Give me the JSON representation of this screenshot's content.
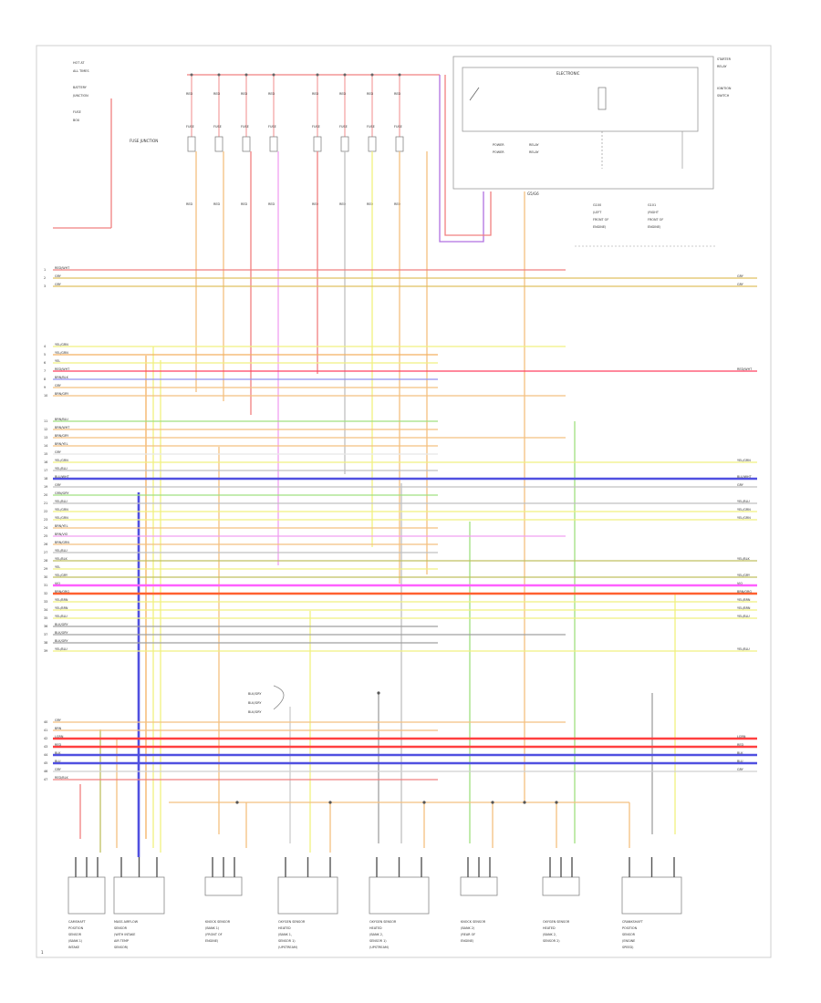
{
  "page_number": "1",
  "fuse_junction_label": "FUSE JUNCTION",
  "ecm_header": "ELECTRONIC",
  "ground_label": "G5/G6",
  "top_left_notes": [
    "HOT AT",
    "ALL TIMES",
    "",
    "BATTERY",
    "JUNCTION",
    "",
    "FUSE",
    "BOX"
  ],
  "top_right_notes": [
    "STARTER",
    "RELAY",
    "",
    "",
    "IGNITION",
    "SWITCH",
    "",
    ""
  ],
  "fuses": [
    {
      "top": "RED",
      "mid": "FUSE",
      "bot": "RED",
      "color": "#f4a6a6"
    },
    {
      "top": "RED",
      "mid": "FUSE",
      "bot": "RED",
      "color": "#f4a6a6"
    },
    {
      "top": "RED",
      "mid": "FUSE",
      "bot": "RED",
      "color": "#f4a6a6"
    },
    {
      "top": "RED",
      "mid": "FUSE",
      "bot": "RED",
      "color": "#f4a6a6"
    },
    {
      "top": "RED",
      "mid": "FUSE",
      "bot": "RED",
      "color": "#f4a6a6"
    },
    {
      "top": "RED",
      "mid": "FUSE",
      "bot": "RED",
      "color": "#f4a6a6"
    },
    {
      "top": "RED",
      "mid": "FUSE",
      "bot": "RED",
      "color": "#f4a6a6"
    },
    {
      "top": "RED",
      "mid": "FUSE",
      "bot": "RED",
      "color": "#f4a6a6"
    }
  ],
  "wires": [
    {
      "label": "RED/WHT",
      "color": "#f08080",
      "rlabel": ""
    },
    {
      "label": "GRY",
      "color": "#e0c060",
      "rlabel": "GRY"
    },
    {
      "label": "GRY",
      "color": "#e0c060",
      "rlabel": "GRY"
    },
    {
      "label": "YEL/GRN",
      "color": "#f0f080",
      "rlabel": ""
    },
    {
      "label": "YEL/GRN",
      "color": "#f4b060",
      "rlabel": ""
    },
    {
      "label": "YEL",
      "color": "#f0f080",
      "rlabel": ""
    },
    {
      "label": "RED/WHT",
      "color": "#ff4060",
      "rlabel": "RED/WHT"
    },
    {
      "label": "BRN/BLK",
      "color": "#9090f0",
      "rlabel": ""
    },
    {
      "label": "GRY",
      "color": "#f4c080",
      "rlabel": ""
    },
    {
      "label": "BRN/GRY",
      "color": "#f4c080",
      "rlabel": ""
    },
    {
      "label": "BRN/BLU",
      "color": "#a0e080",
      "rlabel": ""
    },
    {
      "label": "BRN/WHT",
      "color": "#f4c080",
      "rlabel": ""
    },
    {
      "label": "BRN/GRY",
      "color": "#f4c080",
      "rlabel": ""
    },
    {
      "label": "BRN/YEL",
      "color": "#f4c080",
      "rlabel": ""
    },
    {
      "label": "GRY",
      "color": "#ffffff",
      "rlabel": ""
    },
    {
      "label": "YEL/GRN",
      "color": "#f0f080",
      "rlabel": "YEL/GRN"
    },
    {
      "label": "YEL/BLU",
      "color": "#c0c0c0",
      "rlabel": ""
    },
    {
      "label": "BLU/WHT",
      "color": "#5050e0",
      "rlabel": "BLU/WHT"
    },
    {
      "label": "GRY",
      "color": "#c0c0c0",
      "rlabel": "GRY"
    },
    {
      "label": "GRN/GRY",
      "color": "#a0e080",
      "rlabel": ""
    },
    {
      "label": "YEL/BLU",
      "color": "#c0c0c0",
      "rlabel": "YEL/BLU"
    },
    {
      "label": "YEL/GRN",
      "color": "#f0f080",
      "rlabel": "YEL/GRN"
    },
    {
      "label": "YEL/GRN",
      "color": "#f0f080",
      "rlabel": "YEL/GRN"
    },
    {
      "label": "BRN/YEL",
      "color": "#f4c080",
      "rlabel": ""
    },
    {
      "label": "BRN/VIO",
      "color": "#f0a0f0",
      "rlabel": ""
    },
    {
      "label": "BRN/GRN",
      "color": "#f4c080",
      "rlabel": ""
    },
    {
      "label": "YEL/BLU",
      "color": "#c0c0c0",
      "rlabel": ""
    },
    {
      "label": "YEL/BLK",
      "color": "#c0c060",
      "rlabel": "YEL/BLK"
    },
    {
      "label": "YEL",
      "color": "#f0f080",
      "rlabel": ""
    },
    {
      "label": "YEL/GRY",
      "color": "#c0c060",
      "rlabel": "YEL/GRY"
    },
    {
      "label": "VIO",
      "color": "#ff60ff",
      "rlabel": "VIO"
    },
    {
      "label": "BRN/ORG",
      "color": "#ff6030",
      "rlabel": "BRN/ORG"
    },
    {
      "label": "YEL/BRN",
      "color": "#f0f080",
      "rlabel": "YEL/BRN"
    },
    {
      "label": "YEL/BRN",
      "color": "#f0f080",
      "rlabel": "YEL/BRN"
    },
    {
      "label": "YEL/BLU",
      "color": "#f0f080",
      "rlabel": "YEL/BLU"
    },
    {
      "label": "BLK/GRY",
      "color": "#a0a0a0",
      "rlabel": ""
    },
    {
      "label": "BLK/GRY",
      "color": "#a0a0a0",
      "rlabel": ""
    },
    {
      "label": "BLK/GRY",
      "color": "#a0a0a0",
      "rlabel": ""
    },
    {
      "label": "YEL/BLU",
      "color": "#f0f080",
      "rlabel": "YEL/BLU"
    },
    {
      "label": "GRY",
      "color": "#f4c080",
      "rlabel": ""
    },
    {
      "label": "BRN",
      "color": "#f4c080",
      "rlabel": ""
    },
    {
      "label": "LGRN",
      "color": "#ff4040",
      "rlabel": "LGRN"
    },
    {
      "label": "RED",
      "color": "#ff4040",
      "rlabel": "RED"
    },
    {
      "label": "BLK",
      "color": "#5050e0",
      "rlabel": "BLK"
    },
    {
      "label": "BLU",
      "color": "#5050e0",
      "rlabel": "BLU"
    },
    {
      "label": "GRY",
      "color": "#d0d0d0",
      "rlabel": "GRY"
    },
    {
      "label": "RED/BLK",
      "color": "#f08080",
      "rlabel": ""
    }
  ],
  "components": [
    {
      "lines": [
        "CAMSHAFT",
        "POSITION",
        "SENSOR",
        "(BANK 1)",
        "INTAKE"
      ]
    },
    {
      "lines": [
        "MASS AIRFLOW",
        "SENSOR",
        "(WITH INTAKE",
        "AIR TEMP",
        "SENSOR)"
      ]
    },
    {
      "lines": [
        "KNOCK SENSOR",
        "(BANK 1)",
        "(FRONT OF",
        "ENGINE)"
      ]
    },
    {
      "lines": [
        "OXYGEN SENSOR",
        "HEATED",
        "(BANK 1,",
        "SENSOR 1)",
        "(UPSTREAM)"
      ]
    },
    {
      "lines": [
        "OXYGEN SENSOR",
        "HEATED",
        "(BANK 2,",
        "SENSOR 1)",
        "(UPSTREAM)"
      ]
    },
    {
      "lines": [
        "KNOCK SENSOR",
        "(BANK 2)",
        "(REAR OF",
        "ENGINE)"
      ]
    },
    {
      "lines": [
        "OXYGEN SENSOR",
        "HEATED",
        "(BANK 2,",
        "SENSOR 2)"
      ]
    },
    {
      "lines": [
        "CRANKSHAFT",
        "POSITION",
        "SENSOR",
        "(ENGINE",
        "SPEED)"
      ]
    }
  ],
  "splice_labels": [
    "BLK/GRY",
    "BLK/GRY",
    "BLK/GRY"
  ],
  "relay_labels": [
    "POWER",
    "RELAY",
    "POWER",
    "RELAY"
  ],
  "ground_block_labels": [
    "G100",
    "(LEFT",
    "FRONT OF",
    "ENGINE)",
    "G101",
    "(RIGHT",
    "FRONT OF",
    "ENGINE)"
  ]
}
